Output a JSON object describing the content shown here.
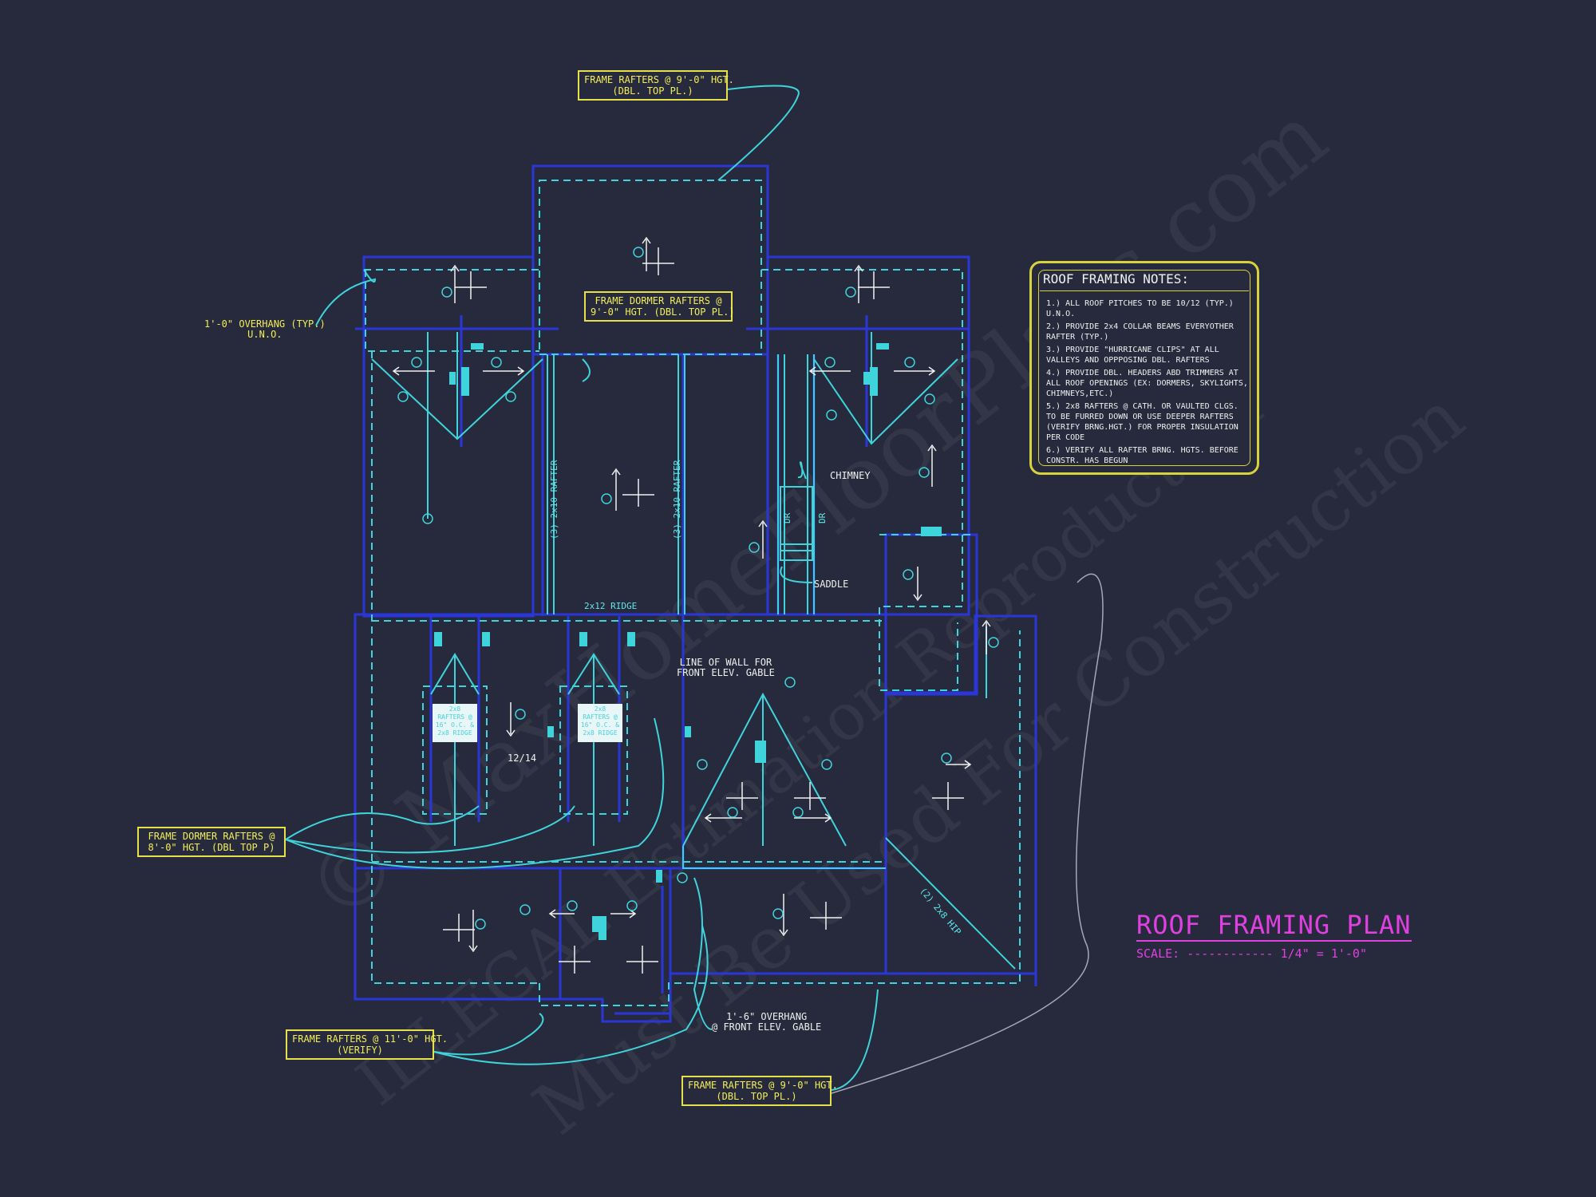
{
  "watermark": {
    "line1": "© MaxHomeFloorPlans.com",
    "line2": "Must Be Used For Construction",
    "line3": "ILLEGAL Estimation Reproduction"
  },
  "callouts": {
    "top_rafters": [
      "FRAME RAFTERS @ 9'-0\" HGT.",
      "(DBL. TOP PL.)"
    ],
    "dormer_rafters_top": [
      "FRAME DORMER RAFTERS @",
      "9'-0\" HGT. (DBL. TOP PL.)"
    ],
    "overhang": [
      "1'-0\" OVERHANG (TYP.)",
      "U.N.O."
    ],
    "dormer_rafters_left": [
      "FRAME DORMER RAFTERS @",
      "8'-0\" HGT. (DBL TOP P)"
    ],
    "rafters_11": [
      "FRAME RAFTERS @ 11'-0\" HGT.",
      "(VERIFY)"
    ],
    "rafters_bottom": [
      "FRAME RAFTERS @ 9'-0\" HGT.",
      "(DBL. TOP PL.)"
    ]
  },
  "labels": {
    "chimney": "CHIMNEY",
    "saddle": "SADDLE",
    "ridge": "2x12 RIDGE",
    "wall_line": [
      "LINE OF WALL FOR",
      "FRONT ELEV. GABLE"
    ],
    "front_overhang": [
      "1'-6\" OVERHANG",
      "@ FRONT ELEV. GABLE"
    ],
    "rafter_left": "(3) 2x10 RAFTER",
    "rafter_right": "(3) 2x10 RAFTER",
    "hip": "(2) 2x8 HIP",
    "pitch_1214": "12/14",
    "dormer_note": [
      "2x8",
      "RAFTERS @",
      "16\" O.C. &",
      "2x8 RIDGE"
    ],
    "dr": "DR"
  },
  "notes": {
    "title": "ROOF FRAMING NOTES:",
    "items": [
      "1.) ALL ROOF PITCHES TO BE 10/12 (TYP.) U.N.O.",
      "2.) PROVIDE 2x4 COLLAR BEAMS EVERYOTHER RAFTER (TYP.)",
      "3.) PROVIDE \"HURRICANE CLIPS\" AT ALL VALLEYS AND OPPPOSING DBL. RAFTERS",
      "4.) PROVIDE DBL. HEADERS ABD TRIMMERS AT ALL ROOF OPENINGS (EX: DORMERS, SKYLIGHTS, CHIMNEYS,ETC.)",
      "5.) 2x8 RAFTERS @ CATH. OR VAULTED CLGS. TO BE FURRED DOWN OR USE DEEPER RAFTERS (VERIFY BRNG.HGT.) FOR PROPER INSULATION PER CODE",
      "6.) VERIFY ALL RAFTER BRNG. HGTS. BEFORE CONSTR. HAS BEGUN"
    ]
  },
  "title": {
    "name": "ROOF FRAMING PLAN",
    "scale": "SCALE: ------------ 1/4\" = 1'-0\""
  },
  "colors": {
    "background": "#272a3c",
    "wall": "#2a36d8",
    "roof": "#3fd4dc",
    "callout": "#e6e14a",
    "title": "#e040e0"
  }
}
